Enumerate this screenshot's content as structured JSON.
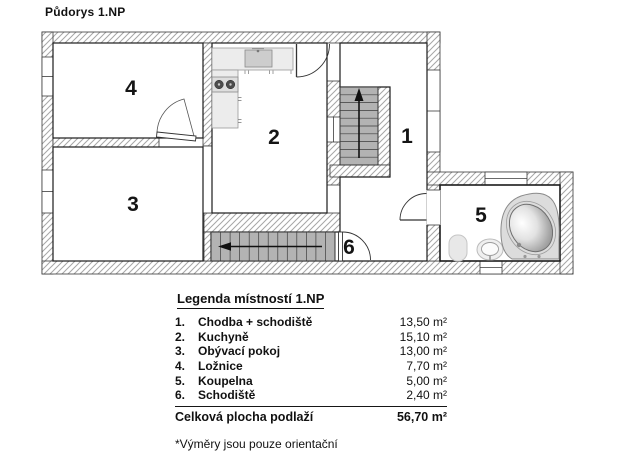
{
  "title": "Půdorys 1.NP",
  "plan": {
    "room_labels": {
      "r1": "1",
      "r2": "2",
      "r3": "3",
      "r4": "4",
      "r5": "5",
      "r6": "6"
    }
  },
  "legend": {
    "heading": "Legenda místností 1.NP",
    "rows": [
      {
        "num": "1.",
        "name": "Chodba + schodiště",
        "area": "13,50 m²"
      },
      {
        "num": "2.",
        "name": "Kuchyně",
        "area": "15,10 m²"
      },
      {
        "num": "3.",
        "name": "Obývací pokoj",
        "area": "13,00 m²"
      },
      {
        "num": "4.",
        "name": "Ložnice",
        "area": "7,70 m²"
      },
      {
        "num": "5.",
        "name": "Koupelna",
        "area": "5,00 m²"
      },
      {
        "num": "6.",
        "name": "Schodiště",
        "area": "2,40 m²"
      }
    ],
    "total_label": "Celková plocha podlaží",
    "total_area": "56,70 m²",
    "note": "*Výměry jsou pouze orientační"
  },
  "colors": {
    "stair_fill": "#b3b3b3",
    "hatch_line": "#a6a6a6",
    "counter_fill": "#ececec",
    "wall_outline": "#3a3a3a"
  }
}
